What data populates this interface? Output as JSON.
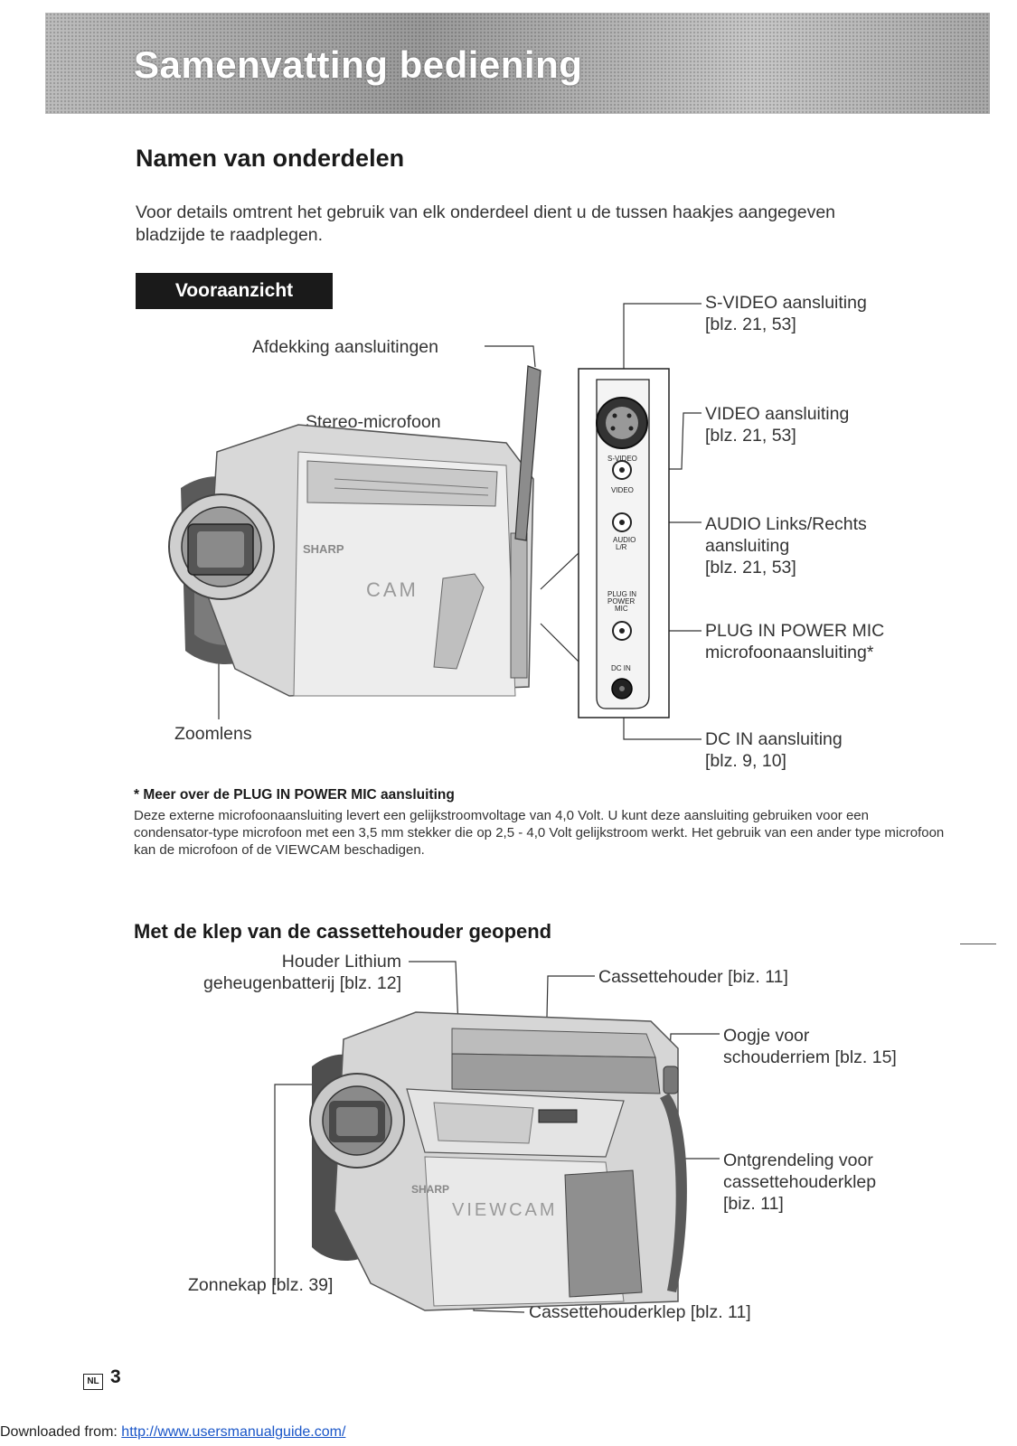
{
  "header": {
    "title": "Samenvatting bediening"
  },
  "section1": {
    "title": "Namen van onderdelen",
    "intro": "Voor details omtrent het gebruik van elk onderdeel dient u de tussen haakjes aangegeven bladzijde te raadplegen."
  },
  "front_view": {
    "badge": "Vooraanzicht",
    "labels": {
      "cover": "Afdekking aansluitingen",
      "mic": "Stereo-microfoon",
      "zoom": "Zoomlens",
      "svideo": [
        "S-VIDEO aansluiting",
        "[blz. 21, 53]"
      ],
      "video": [
        "VIDEO aansluiting",
        "[blz. 21, 53]"
      ],
      "audio": [
        "AUDIO Links/Rechts",
        "aansluiting",
        "[blz. 21, 53]"
      ],
      "plugin": [
        "PLUG IN POWER MIC",
        "microfoonaansluiting*"
      ],
      "dcin": [
        "DC IN aansluiting",
        "[blz. 9, 10]"
      ]
    },
    "panel_labels": {
      "svideo": "S-VIDEO",
      "video": "VIDEO",
      "audio": "AUDIO\nL/R",
      "plugin": "PLUG IN\nPOWER\nMIC",
      "dcin": "DC IN"
    },
    "camera_brand": "SHARP",
    "camera_model": "CAM"
  },
  "note": {
    "title": "* Meer over de PLUG IN POWER MIC aansluiting",
    "body": "Deze externe microfoonaansluiting levert een gelijkstroomvoltage van 4,0 Volt. U kunt deze aansluiting gebruiken voor een condensator-type microfoon met een 3,5 mm stekker die op 2,5 - 4,0 Volt gelijkstroom werkt. Het gebruik van een ander type microfoon kan de microfoon of de VIEWCAM beschadigen."
  },
  "section2": {
    "title": "Met de klep van de cassettehouder geopend",
    "labels": {
      "battery": [
        "Houder Lithium",
        "geheugenbatterij [blz. 12]"
      ],
      "holder": "Cassettehouder [biz. 11]",
      "strap": [
        "Oogje voor",
        "schouderriem [blz. 15]"
      ],
      "release": [
        "Ontgrendeling voor",
        "cassettehouderklep",
        "[biz. 11]"
      ],
      "hood": "Zonnekap [blz. 39]",
      "door": "Cassettehouderklep [blz. 11]"
    },
    "camera_brand": "SHARP",
    "camera_model": "VIEWCAM"
  },
  "footer": {
    "nl": "NL",
    "page": "3",
    "prefix": "Downloaded from: ",
    "url": "http://www.usersmanualguide.com/"
  }
}
